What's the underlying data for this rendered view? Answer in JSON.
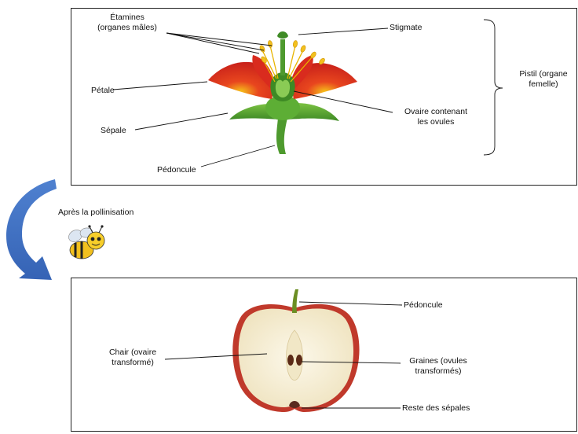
{
  "flower_panel": {
    "stamens_label_line1": "Étamines",
    "stamens_label_line2": "(organes mâles)",
    "stigma_label": "Stigmate",
    "pistil_label_line1": "Pistil (organe",
    "pistil_label_line2": "femelle)",
    "petal_label": "Pétale",
    "sepal_label": "Sépale",
    "ovary_label_line1": "Ovaire contenant",
    "ovary_label_line2": "les ovules",
    "peduncle_label": "Pédoncule"
  },
  "transition": {
    "pollination_label": "Après la pollinisation",
    "arrow_color": "#4472C4"
  },
  "apple_panel": {
    "peduncle_label": "Pédoncule",
    "flesh_label_line1": "Chair (ovaire",
    "flesh_label_line2": "transformé)",
    "seeds_label_line1": "Graines (ovules",
    "seeds_label_line2": "transformés)",
    "sepals_remains_label": "Reste des sépales"
  },
  "colors": {
    "petal": "#D92B1E",
    "sepal": "#4E9A2E",
    "apple_skin": "#C0392B",
    "apple_flesh": "#F7F1DC"
  }
}
